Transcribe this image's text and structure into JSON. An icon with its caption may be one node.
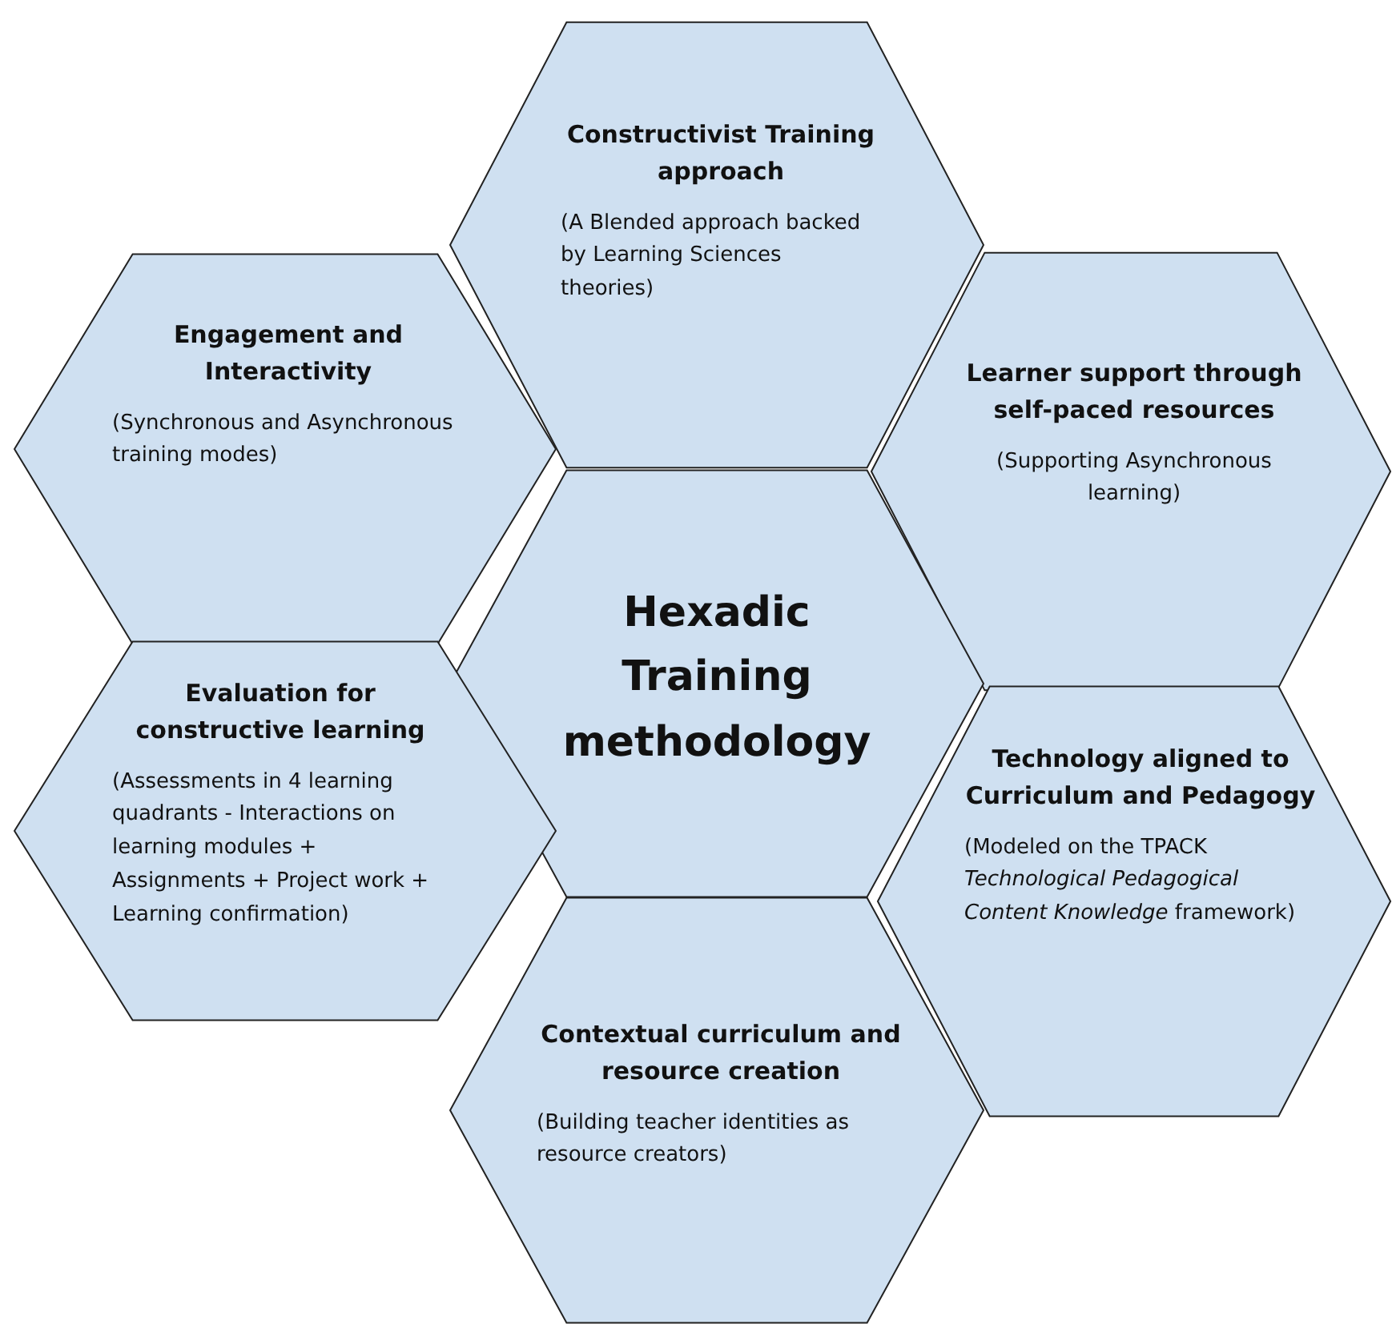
{
  "diagram": {
    "nodes": [
      {
        "text": [
          "Constructivist Training approach",
          "(A Blended approach backed by Learning Sciences theories)"
        ]
      },
      {
        "text": [
          "Engagement and Interactivity",
          "(Synchronous and Asynchronous training modes)"
        ]
      },
      {
        "text": [
          "Learner support through self-paced resources",
          "(Supporting Asynchronous learning)"
        ]
      },
      {
        "text": [
          "Hexadic Training methodology"
        ]
      },
      {
        "text": [
          "Evaluation for constructive learning",
          "(Assessments in 4 learning quadrants - Interactions on learning modules + Assignments + Project work + Learning confirmation)"
        ]
      },
      {
        "text": [
          "Technology aligned to Curriculum and Pedagogy",
          "(Modeled on the TPACK *Technological Pedagogical Content Knowledge* framework)"
        ]
      },
      {
        "text": [
          "Contextual curriculum and resource creation",
          "(Building teacher identities as resource creators)"
        ]
      }
    ],
    "edges": []
  }
}
